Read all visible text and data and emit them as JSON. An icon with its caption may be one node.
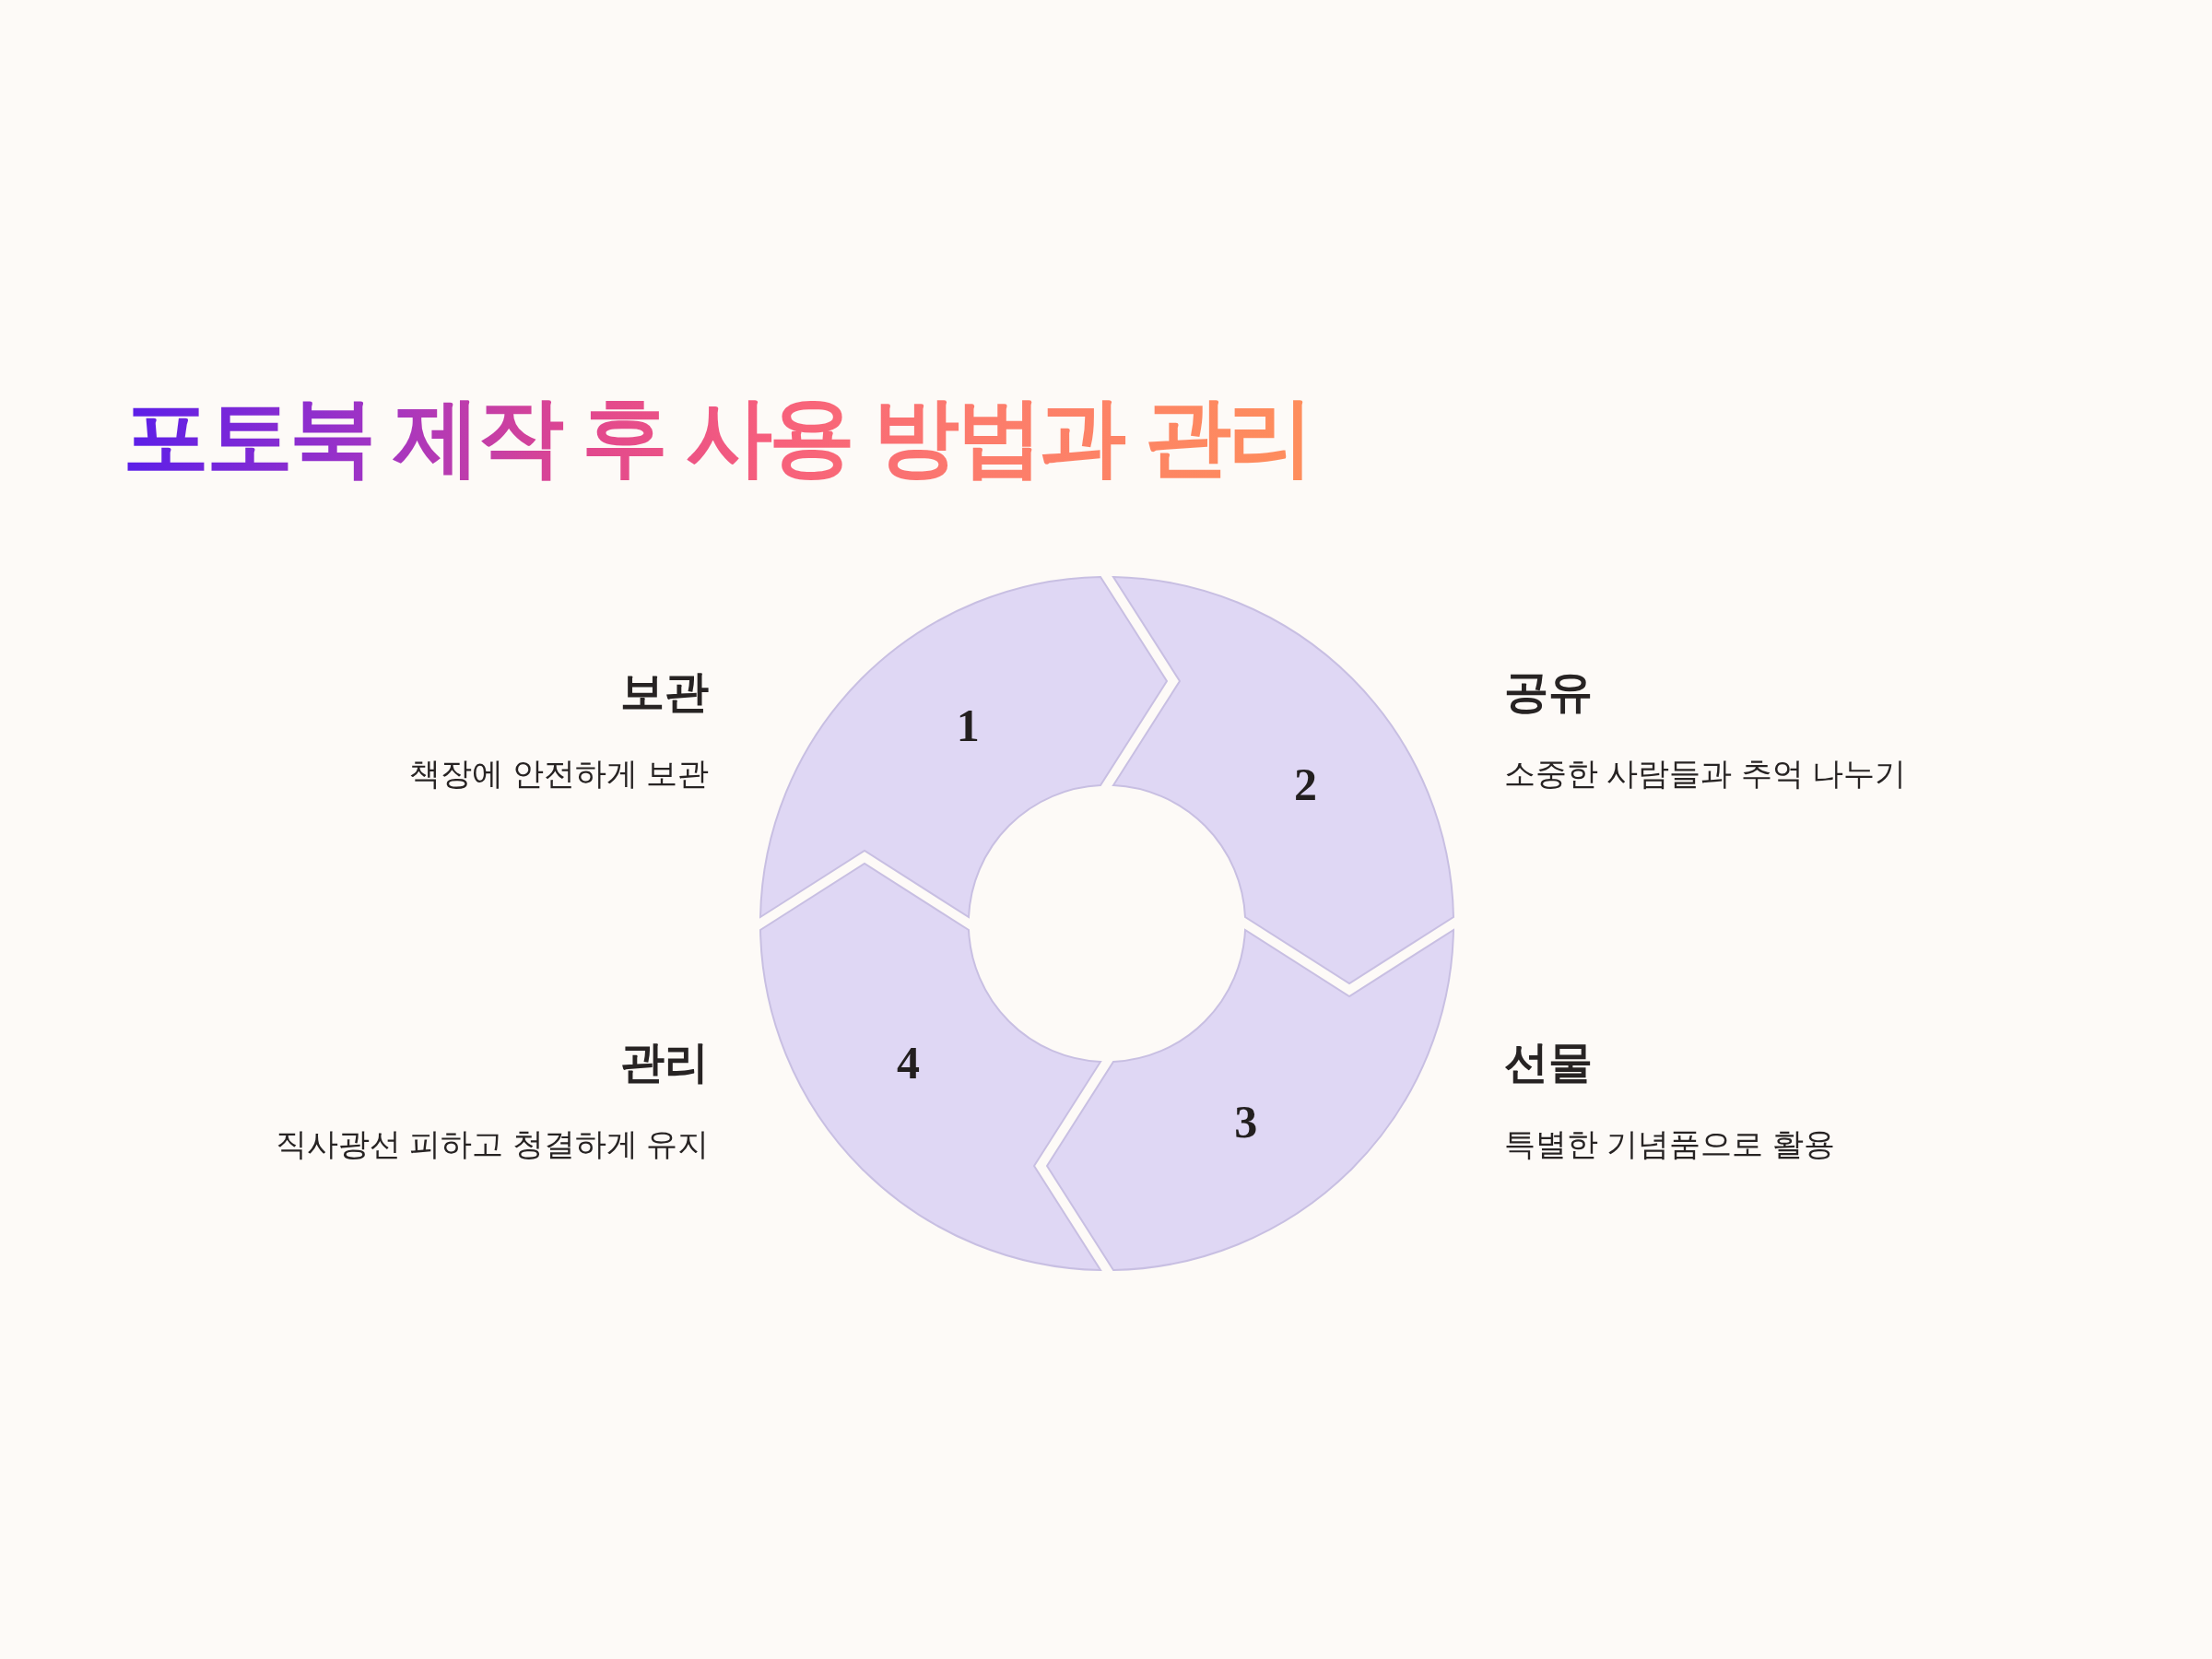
{
  "diagram": {
    "title": "포토북 제작 후 사용 방법과 관리",
    "nodes": [
      {
        "text": [
          "1"
        ],
        "beside": [
          "보관",
          "책장에 안전하게 보관"
        ]
      },
      {
        "text": [
          "2"
        ],
        "beside": [
          "공유",
          "소중한 사람들과 추억 나누기"
        ]
      },
      {
        "text": [
          "3"
        ],
        "beside": [
          "선물",
          "특별한 기념품으로 활용"
        ]
      },
      {
        "text": [
          "4"
        ],
        "beside": [
          "관리",
          "직사광선 피하고 청결하게 유지"
        ]
      }
    ]
  }
}
